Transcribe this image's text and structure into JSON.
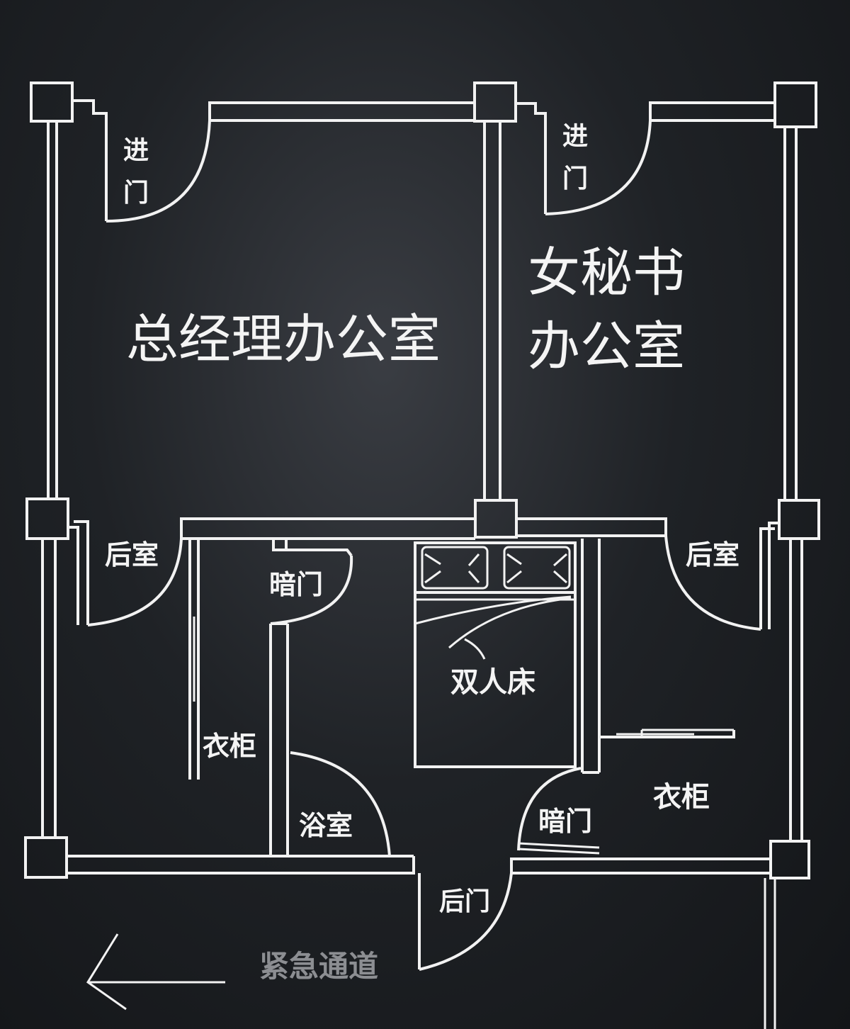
{
  "labels": {
    "entry_left": "进\n门",
    "entry_right": "进\n门",
    "gm_office": "总经理办公室",
    "secretary_office_line1": "女秘书",
    "secretary_office_line2": "办公室",
    "back_room_left": "后室",
    "back_room_right": "后室",
    "hidden_door_top": "暗门",
    "hidden_door_bottom": "暗门",
    "double_bed": "双人床",
    "wardrobe_left": "衣柜",
    "wardrobe_right": "衣柜",
    "bathroom": "浴室",
    "back_door": "后门",
    "emergency_exit": "紧急通道"
  },
  "colors": {
    "line": "#f2f2f2",
    "background": "#1f2226",
    "exit_text": "#8c8e92"
  }
}
